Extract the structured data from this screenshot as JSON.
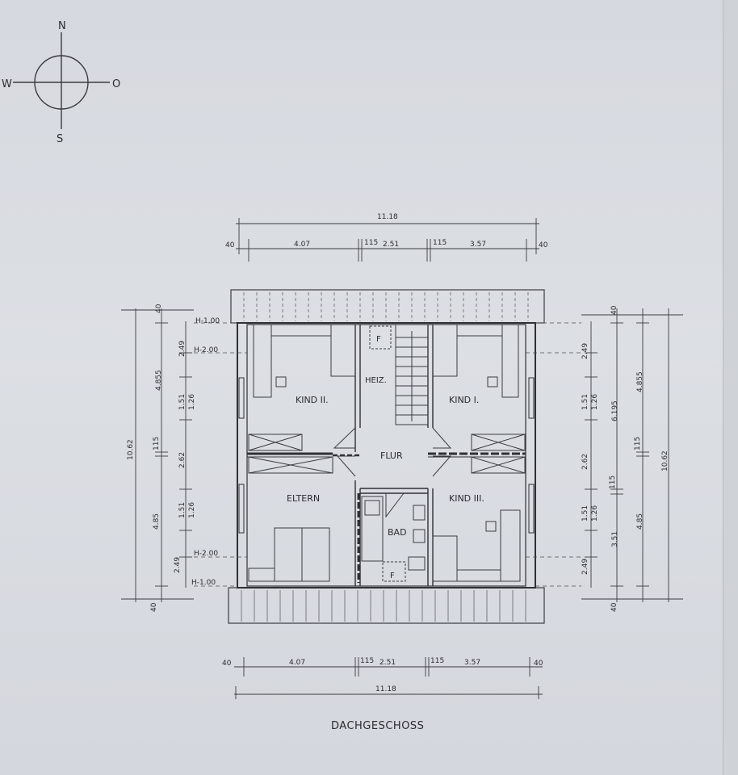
{
  "compass": {
    "north": "N",
    "south": "S",
    "west": "W",
    "east": "O"
  },
  "title": "DACHGESCHOSS",
  "rooms": {
    "kind2": "KIND II.",
    "kind1": "KIND I.",
    "kind3": "KIND III.",
    "eltern": "ELTERN",
    "flur": "FLUR",
    "bad": "BAD",
    "heiz": "HEIZ.",
    "f_top": "F",
    "f_bottom": "F"
  },
  "dimensions_top": {
    "total": "11.18",
    "segments": [
      "40",
      "4.07",
      "115",
      "2.51",
      "115",
      "3.57",
      "40"
    ]
  },
  "dimensions_bottom": {
    "total": "11.18",
    "segments": [
      "40",
      "4.07",
      "115",
      "2.51",
      "115",
      "3.57",
      "40"
    ]
  },
  "dimensions_left": {
    "total": "10.62",
    "outer": [
      "40",
      "4.855",
      "115",
      "4.85",
      "40"
    ],
    "inner": [
      "2.49",
      "1.51",
      "1.26",
      "2.62",
      "1.51",
      "1.26",
      "2.49"
    ]
  },
  "dimensions_right": {
    "total": "10.62",
    "outer": [
      "40",
      "4.855",
      "115",
      "4.85",
      "40"
    ],
    "middle": [
      "6.195",
      "115",
      "3.51"
    ],
    "inner": [
      "2.49",
      "1.51",
      "1.26",
      "2.62",
      "1.51",
      "1.26",
      "2.49"
    ]
  },
  "heights": {
    "h_top_1": "H-1.00",
    "h_top_2": "H-2.00",
    "h_bot_2": "H-2.00",
    "h_bot_1": "H-1.00"
  }
}
